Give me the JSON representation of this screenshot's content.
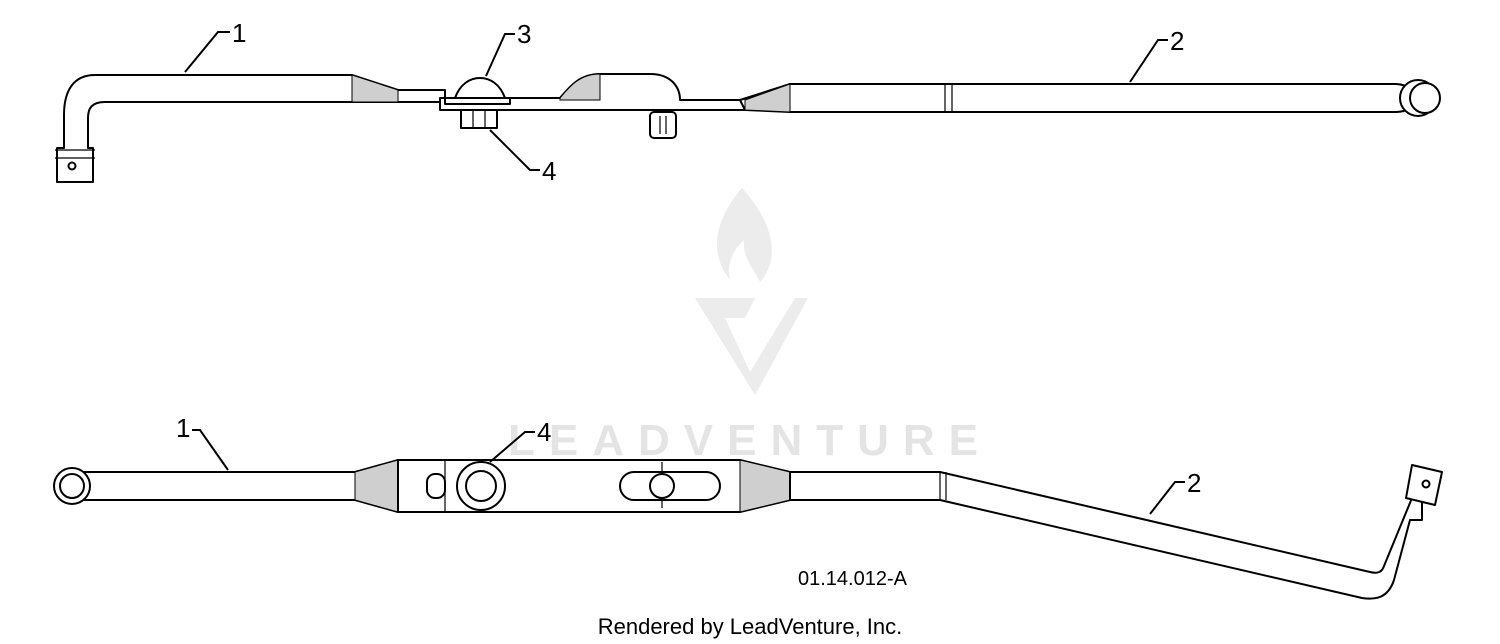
{
  "callouts": {
    "top_view": [
      "1",
      "2",
      "3",
      "4"
    ],
    "bottom_view": [
      "1",
      "4",
      "2"
    ]
  },
  "drawing_code": "01.14.012-A",
  "credit": "Rendered by LeadVenture, Inc.",
  "watermark": {
    "text": "LEADVENTURE",
    "icon": "leadventure-flame-logo"
  }
}
